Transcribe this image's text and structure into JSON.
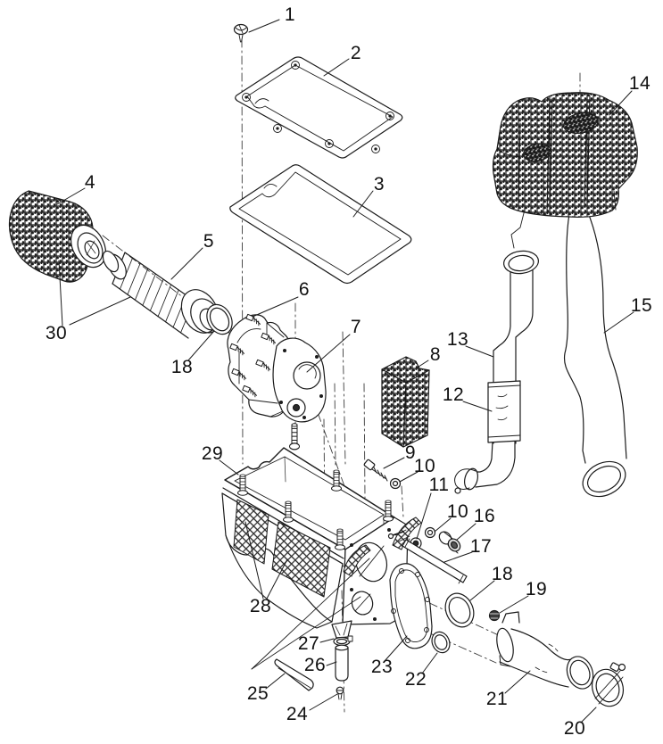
{
  "figure": {
    "kind": "exploded parts diagram",
    "subject": "air box / intake silencer assembly"
  },
  "colors": {
    "ink": "#1b1b1b",
    "paper": "#ffffff"
  },
  "callouts": {
    "c1": "1",
    "c2": "2",
    "c3": "3",
    "c4": "4",
    "c5": "5",
    "c6": "6",
    "c7": "7",
    "c8": "8",
    "c9": "9",
    "c10": "10",
    "c10b": "10",
    "c11": "11",
    "c12": "12",
    "c13": "13",
    "c14": "14",
    "c15": "15",
    "c16": "16",
    "c17": "17",
    "c18": "18",
    "c18b": "18",
    "c19": "19",
    "c20": "20",
    "c21": "21",
    "c22": "22",
    "c23": "23",
    "c24": "24",
    "c25": "25",
    "c26": "26",
    "c27": "27",
    "c28": "28",
    "c29": "29",
    "c30": "30"
  }
}
